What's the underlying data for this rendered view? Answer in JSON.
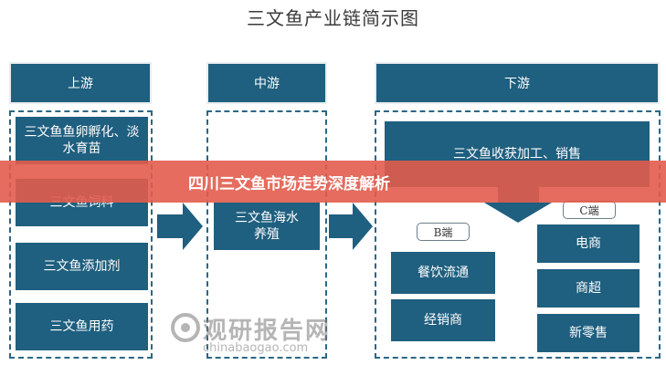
{
  "title": "三文鱼产业链简示图",
  "headers": {
    "upstream": "上游",
    "midstream": "中游",
    "downstream": "下游"
  },
  "upstream_items": [
    "三文鱼鱼卵孵化、淡水育苗",
    "三文鱼饲料",
    "三文鱼添加剂",
    "三文鱼用药"
  ],
  "midstream_item": "三文鱼海水养殖",
  "downstream_top": "三文鱼收获加工、销售",
  "b_channel": {
    "label": "B端",
    "items": [
      "餐饮流通",
      "经销商"
    ]
  },
  "c_channel": {
    "label": "C端",
    "items": [
      "电商",
      "商超",
      "新零售"
    ]
  },
  "banner": "四川三文鱼市场走势深度解析",
  "watermark": {
    "name": "观研报告网",
    "url": "chinabaogao.com"
  },
  "colors": {
    "box": "#1f5f7f",
    "arrow": "#1f5f7f",
    "banner": "#e25c4c"
  }
}
